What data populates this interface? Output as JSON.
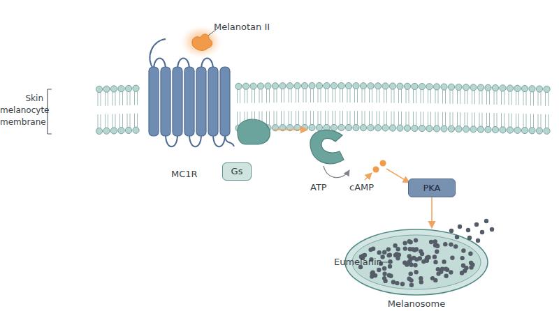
{
  "diagram": {
    "nodes": [
      {
        "text": [
          "MC1R"
        ]
      },
      {
        "text": [
          "Gs"
        ]
      },
      {
        "text": [
          "PKA"
        ]
      },
      {
        "text": [
          "Eumelanin",
          "Melanosome"
        ]
      }
    ],
    "edges": [
      {
        "from": 2,
        "to": 3,
        "arrow": "to"
      }
    ],
    "labels": [
      "Melanotan II",
      "Skin melanocyte membrane",
      "ATP",
      "cAMP"
    ]
  }
}
